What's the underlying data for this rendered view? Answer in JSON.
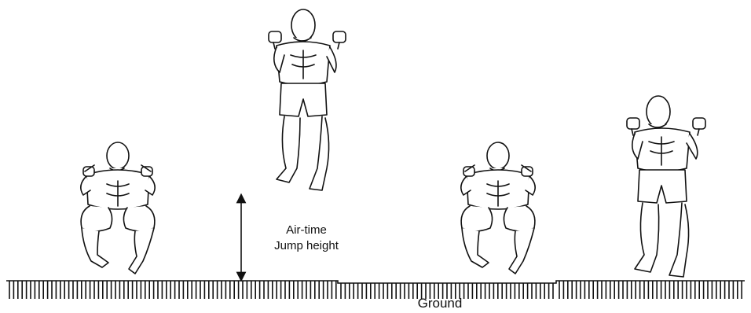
{
  "annotation": {
    "line1": "Air-time",
    "line2": "Jump height"
  },
  "ground": {
    "label": "Ground"
  },
  "figures": [
    {
      "pose": "squat",
      "phase": "crouch before jump"
    },
    {
      "pose": "standing",
      "phase": "airborne at peak"
    },
    {
      "pose": "squat",
      "phase": "landing"
    },
    {
      "pose": "standing",
      "phase": "upright on ground"
    }
  ],
  "colors": {
    "line": "#111111",
    "background": "#ffffff"
  }
}
